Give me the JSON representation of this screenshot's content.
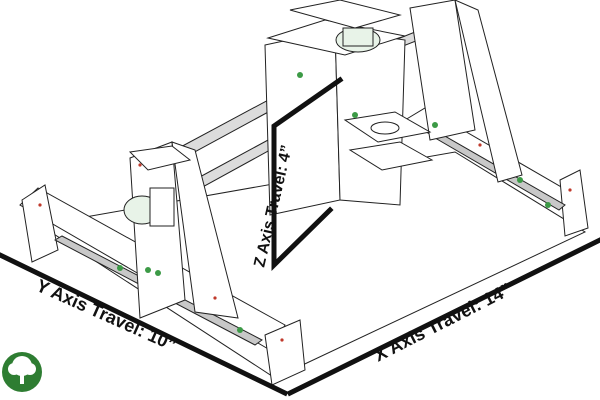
{
  "diagram": {
    "labels": {
      "y_axis": "Y Axis Travel: 10”",
      "x_axis": "X Axis Travel: 14”",
      "z_axis": "Z Axis Travel: 4”"
    },
    "logo_icon": "tree-icon",
    "colors": {
      "line": "#222222",
      "accent_green": "#3c9a46",
      "rail": "#bdbdbd",
      "logo": "#2e7d32"
    }
  }
}
